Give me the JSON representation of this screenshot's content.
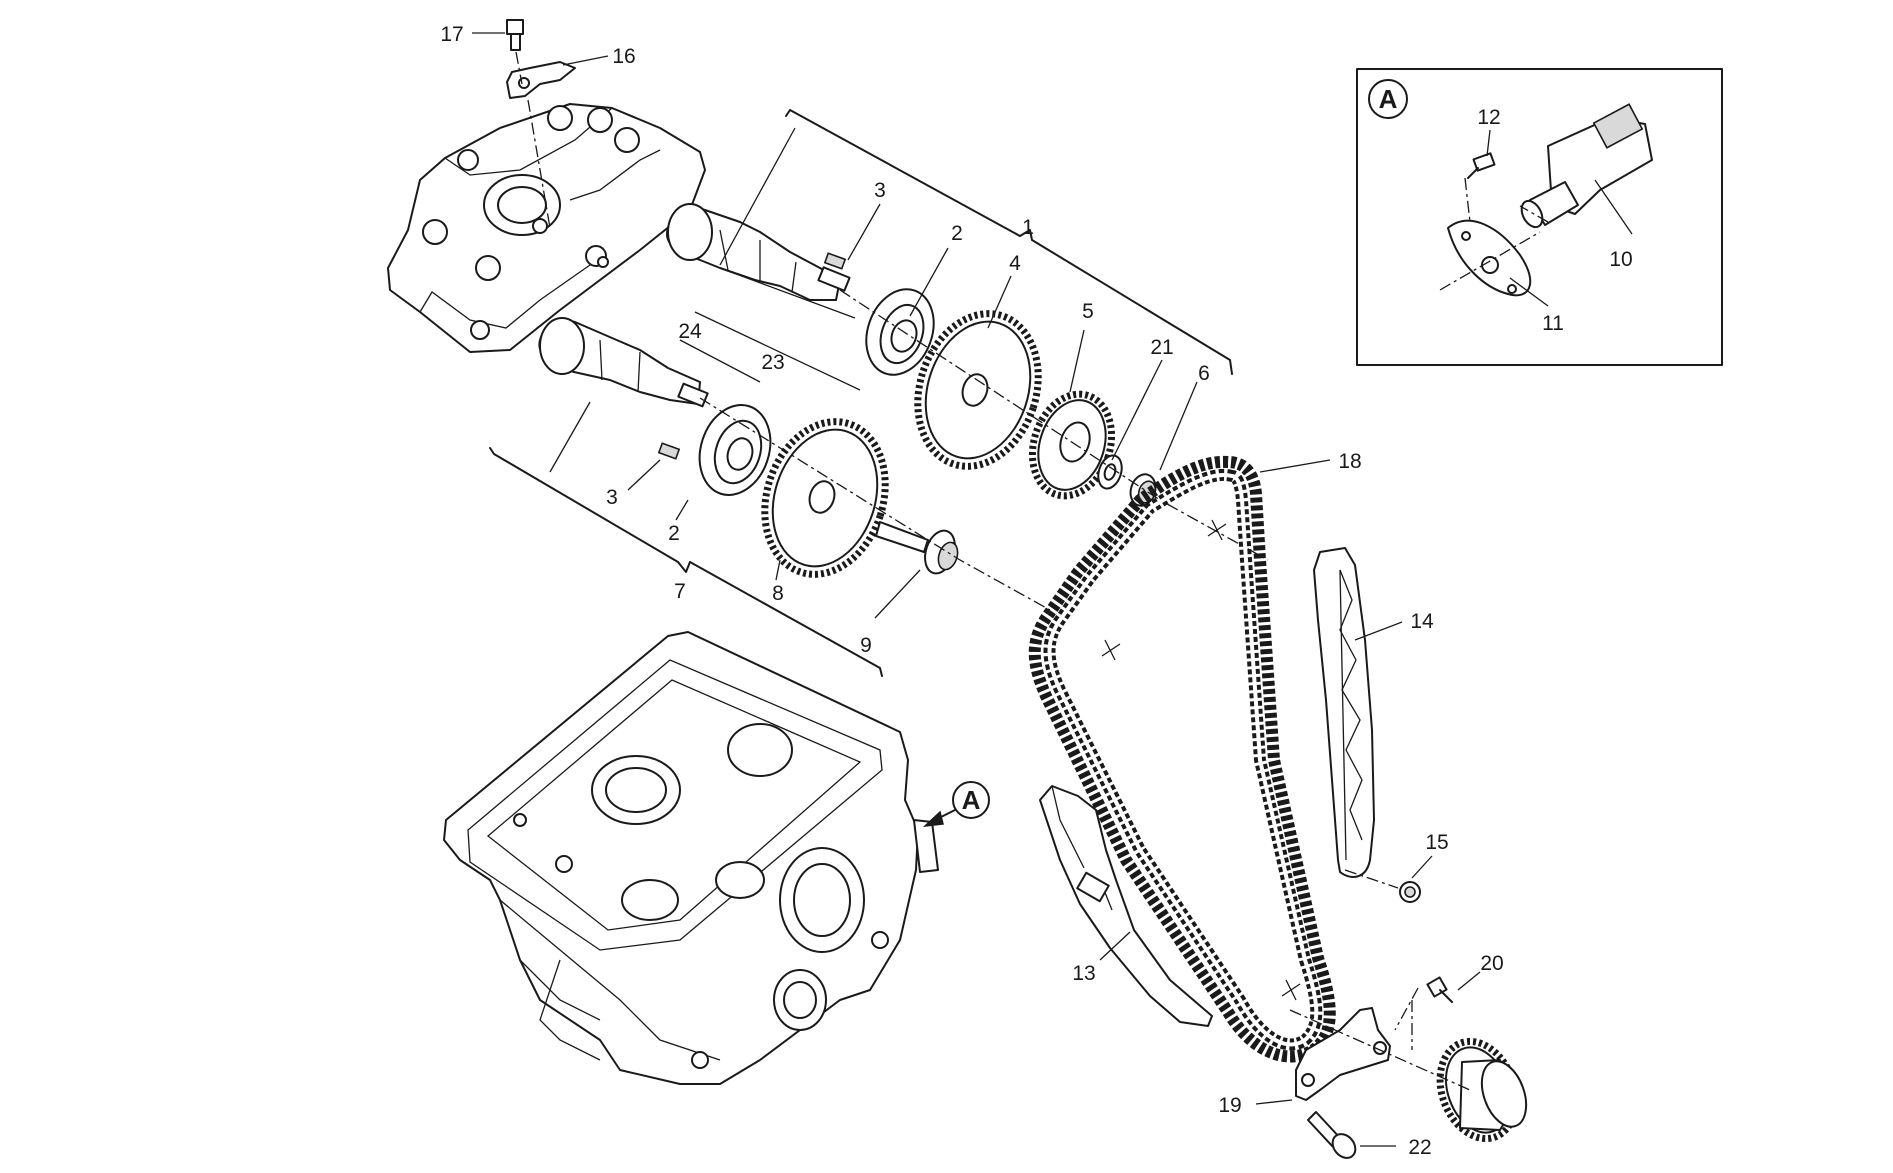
{
  "callouts": {
    "c1": "1",
    "c2a": "2",
    "c2b": "2",
    "c3a": "3",
    "c3b": "3",
    "c4": "4",
    "c5": "5",
    "c6": "6",
    "c7": "7",
    "c8": "8",
    "c9": "9",
    "c10": "10",
    "c11": "11",
    "c12": "12",
    "c13": "13",
    "c14": "14",
    "c15": "15",
    "c16": "16",
    "c17": "17",
    "c18": "18",
    "c19": "19",
    "c20": "20",
    "c21": "21",
    "c22": "22",
    "c23": "23",
    "c24": "24"
  },
  "detail_view": {
    "marker": "A"
  },
  "view_reference": {
    "marker": "A"
  }
}
